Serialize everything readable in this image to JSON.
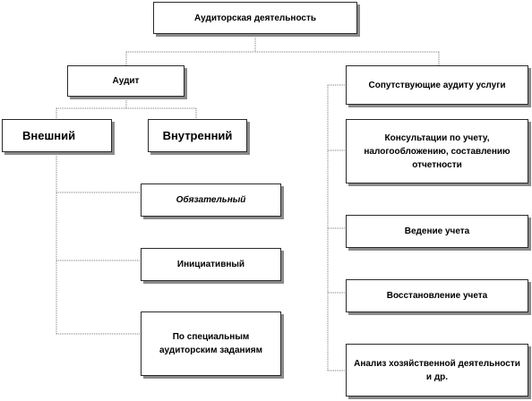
{
  "diagram": {
    "root": "Аудиторская деятельность",
    "audit": "Аудит",
    "external": "Внешний",
    "internal": "Внутренний",
    "external_types": [
      "Обязательный",
      "Инициативный",
      "По специальным аудиторским заданиям"
    ],
    "services": "Сопутствующие аудиту услуги",
    "service_items": [
      "Консультации по учету, налогообложению, составлению отчетности",
      "Ведение учета",
      "Восстановление учета",
      "Анализ хозяйственной деятельности и др."
    ]
  },
  "colors": {
    "border": "#2a2a2a",
    "shadow": "#8a8a8a",
    "connector": "#7a7a7a"
  }
}
